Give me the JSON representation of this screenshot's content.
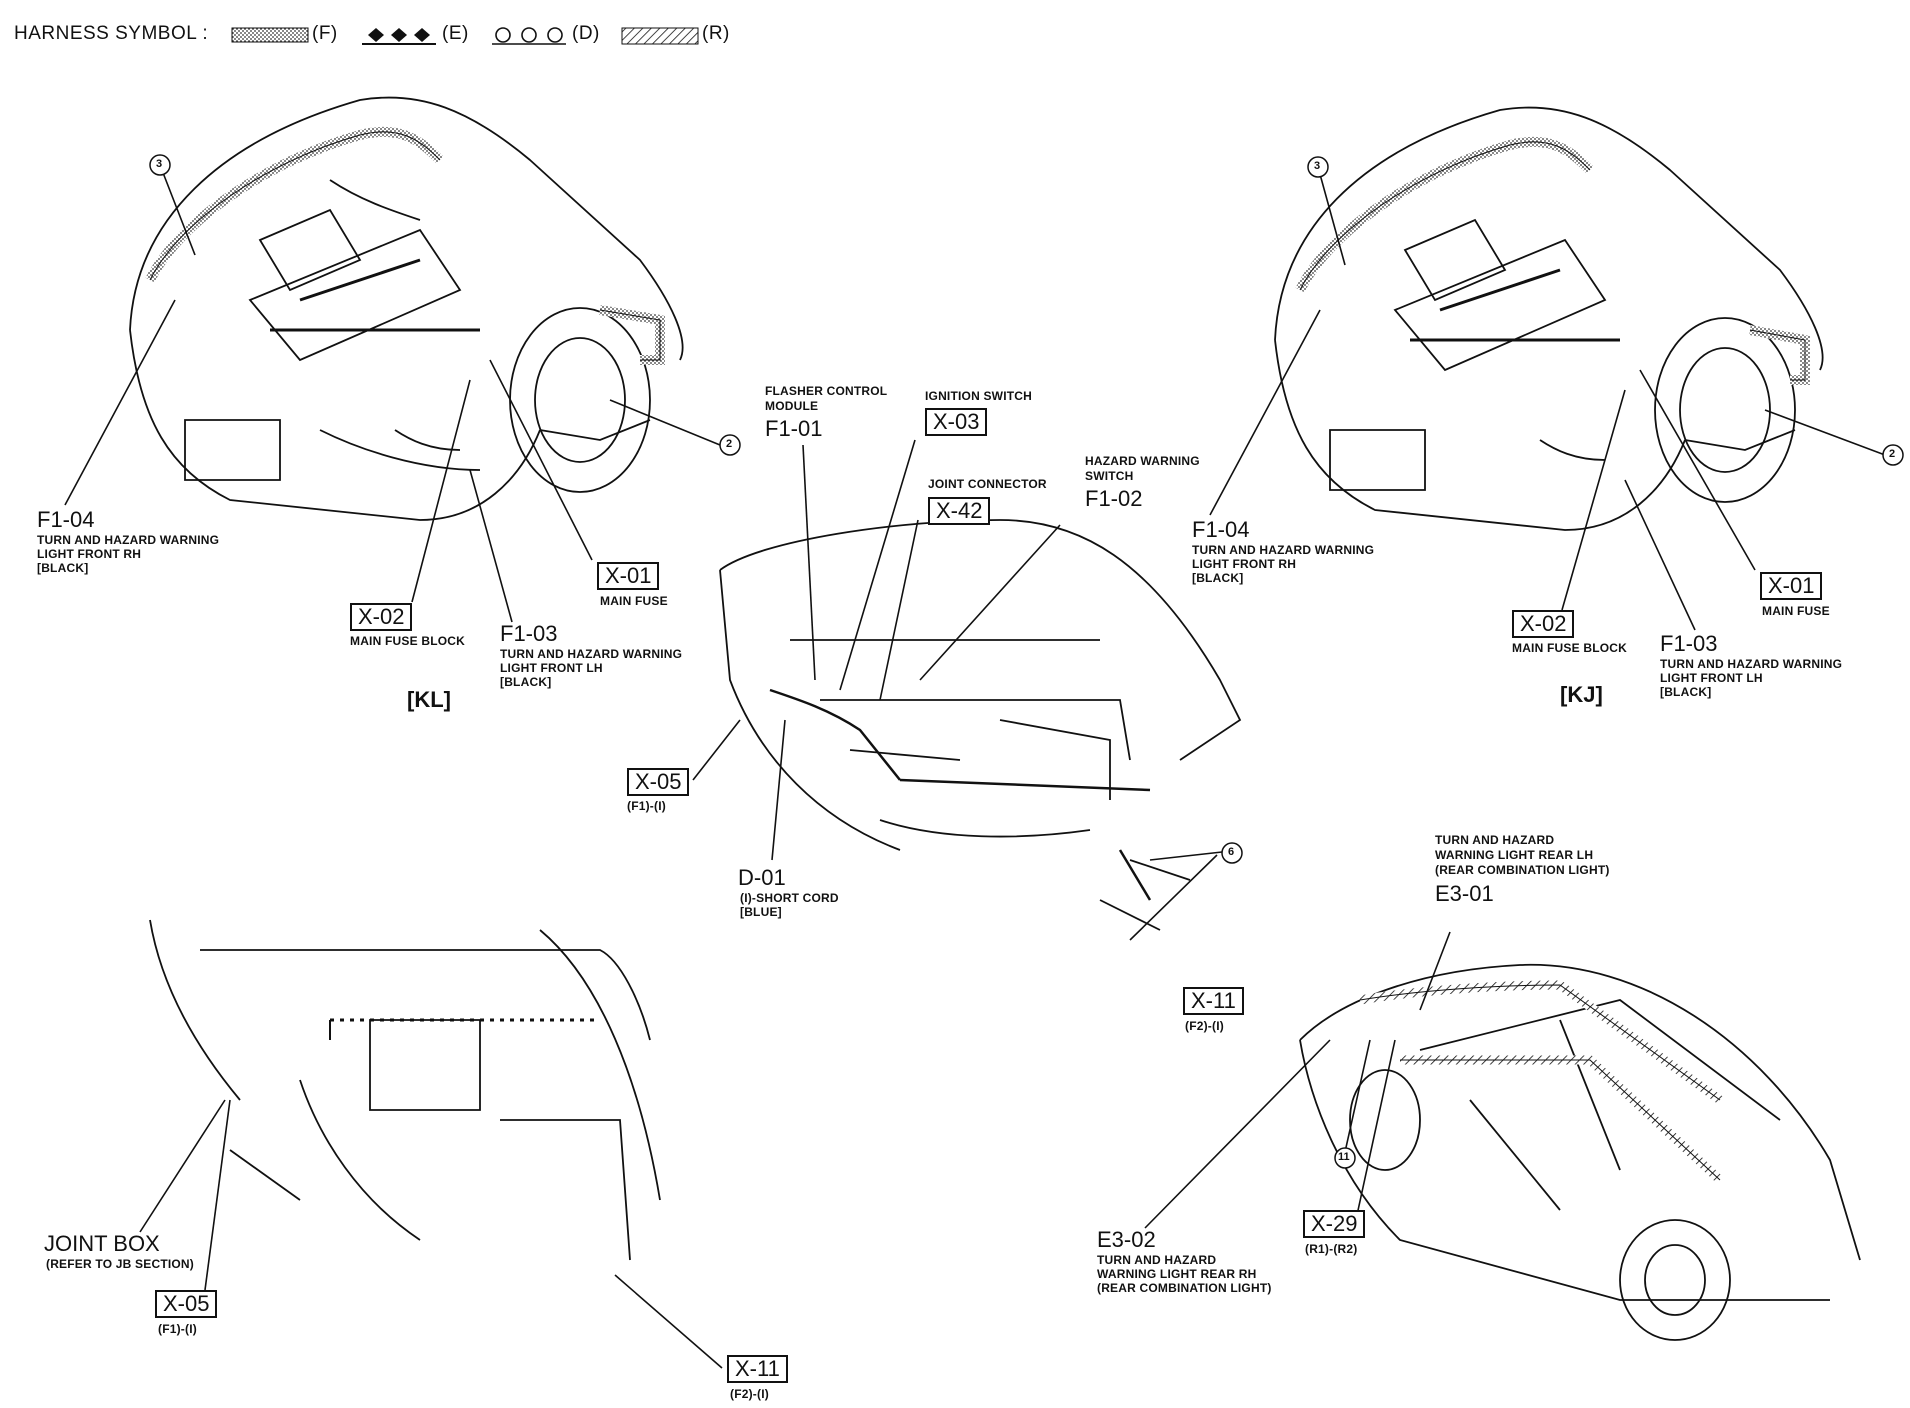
{
  "legend": {
    "label": "HARNESS SYMBOL :",
    "items": [
      {
        "code": "(F)"
      },
      {
        "code": "(E)"
      },
      {
        "code": "(D)"
      },
      {
        "code": "(R)"
      }
    ]
  },
  "callouts": {
    "kl_3": "3",
    "kl_2": "2",
    "kj_3": "3",
    "kj_2": "2",
    "dash_6": "6",
    "rear_11": "11"
  },
  "kl": {
    "variant": "[KL]",
    "f104_code": "F1-04",
    "f104_desc1": "TURN AND HAZARD WARNING",
    "f104_desc2": "LIGHT FRONT RH",
    "f104_desc3": "[BLACK]",
    "x02_code": "X-02",
    "x02_desc": "MAIN FUSE BLOCK",
    "f103_code": "F1-03",
    "f103_desc1": "TURN AND HAZARD WARNING",
    "f103_desc2": "LIGHT FRONT LH",
    "f103_desc3": "[BLACK]",
    "x01_code": "X-01",
    "x01_desc": "MAIN FUSE"
  },
  "kj": {
    "variant": "[KJ]",
    "f104_code": "F1-04",
    "f104_desc1": "TURN AND HAZARD WARNING",
    "f104_desc2": "LIGHT FRONT RH",
    "f104_desc3": "[BLACK]",
    "x02_code": "X-02",
    "x02_desc": "MAIN FUSE BLOCK",
    "f103_code": "F1-03",
    "f103_desc1": "TURN AND HAZARD WARNING",
    "f103_desc2": "LIGHT FRONT LH",
    "f103_desc3": "[BLACK]",
    "x01_code": "X-01",
    "x01_desc": "MAIN FUSE"
  },
  "dash": {
    "f101_desc1": "FLASHER CONTROL",
    "f101_desc2": "MODULE",
    "f101_code": "F1-01",
    "x03_desc": "IGNITION SWITCH",
    "x03_code": "X-03",
    "x42_desc": "JOINT CONNECTOR",
    "x42_code": "X-42",
    "f102_desc1": "HAZARD WARNING",
    "f102_desc2": "SWITCH",
    "f102_code": "F1-02",
    "x05_code": "X-05",
    "x05_sub": "(F1)-(I)",
    "d01_code": "D-01",
    "d01_desc1": "(I)-SHORT CORD",
    "d01_desc2": "[BLUE]",
    "x11_code": "X-11",
    "x11_sub": "(F2)-(I)"
  },
  "jb": {
    "title": "JOINT BOX",
    "desc": "(REFER TO JB SECTION)",
    "x05_code": "X-05",
    "x05_sub": "(F1)-(I)",
    "x11_code": "X-11",
    "x11_sub": "(F2)-(I)"
  },
  "rear": {
    "e301_desc1": "TURN AND HAZARD",
    "e301_desc2": "WARNING LIGHT REAR LH",
    "e301_desc3": "(REAR COMBINATION LIGHT)",
    "e301_code": "E3-01",
    "e302_code": "E3-02",
    "e302_desc1": "TURN AND HAZARD",
    "e302_desc2": "WARNING LIGHT REAR RH",
    "e302_desc3": "(REAR COMBINATION LIGHT)",
    "x29_code": "X-29",
    "x29_sub": "(R1)-(R2)"
  }
}
